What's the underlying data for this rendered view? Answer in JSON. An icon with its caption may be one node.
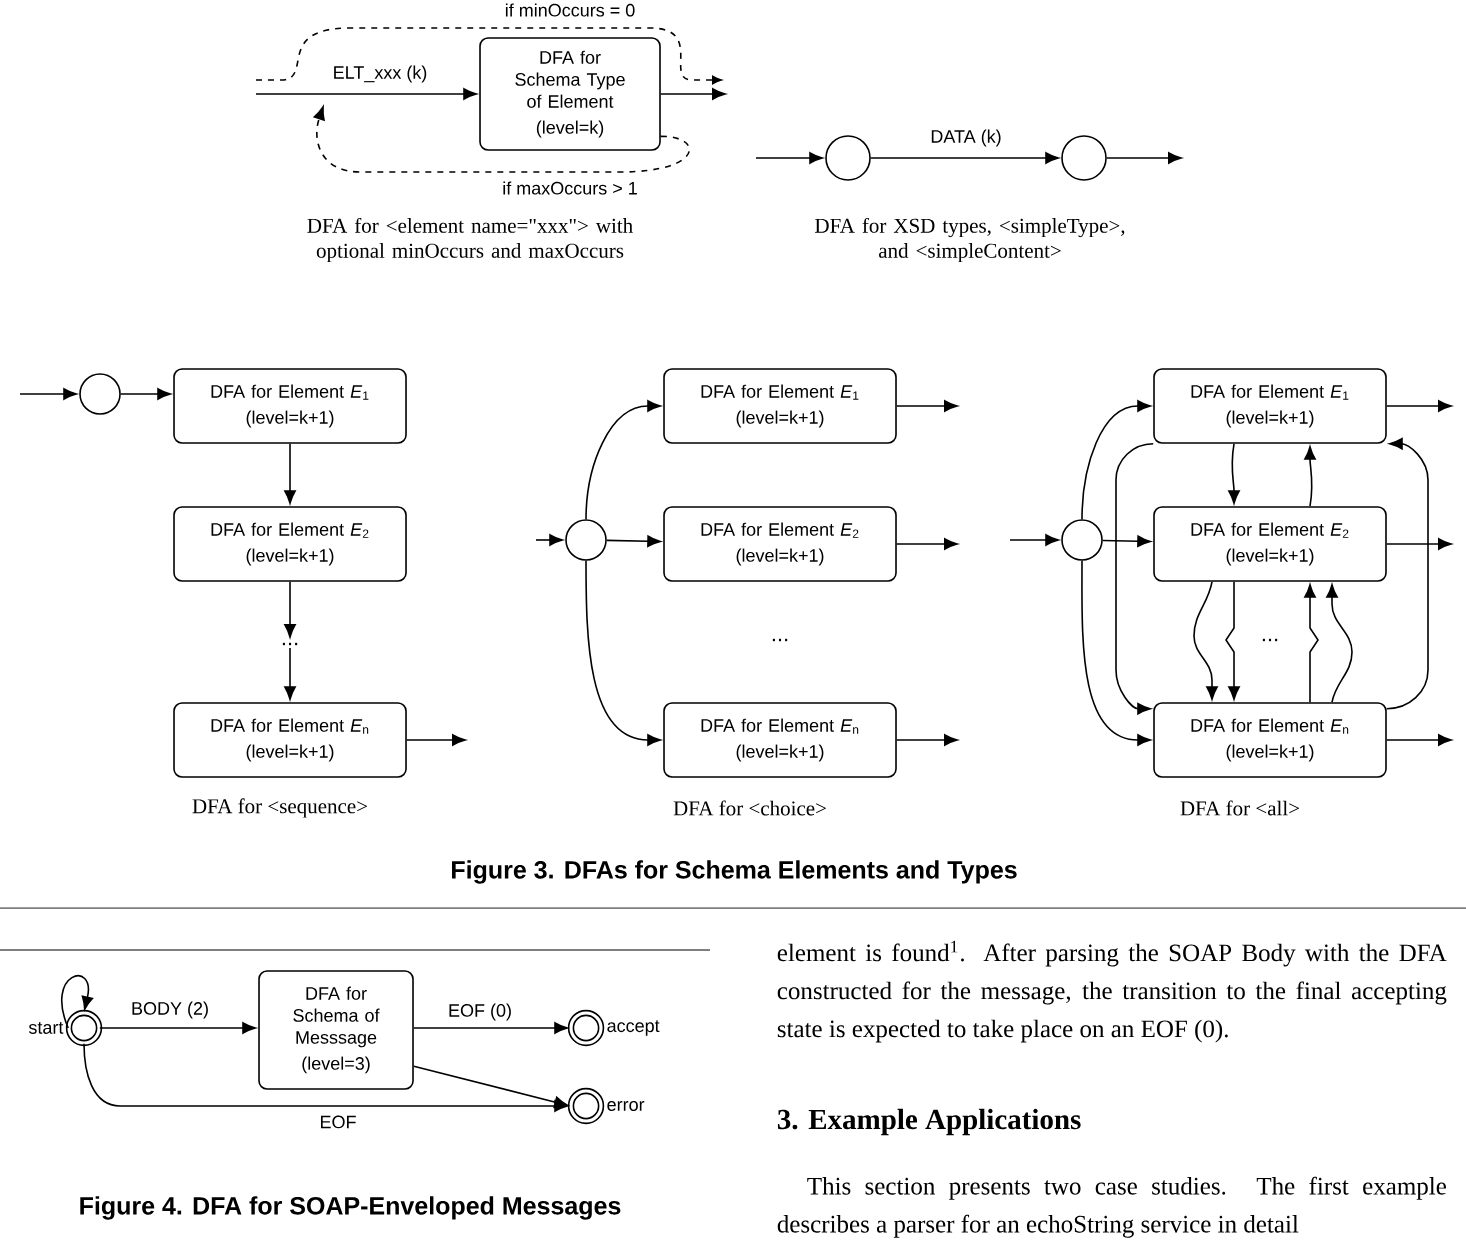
{
  "diagram": {
    "caption": "Figure 3. DFAs for Schema Elements and Types",
    "nodes": [
      {
        "text": [
          "DFA for Schema Type of Element",
          "(level=k)"
        ]
      },
      {
        "text": [],
        "shape": "circle"
      },
      {
        "text": [],
        "shape": "circle"
      },
      {
        "text": [],
        "shape": "circle"
      },
      {
        "text": [
          "DFA for Element *E*$_{1}$",
          "(level=k+1)"
        ]
      },
      {
        "text": [
          "DFA for Element *E*$_{2}$",
          "(level=k+1)"
        ]
      },
      {
        "text": [
          "..."
        ]
      },
      {
        "text": [
          "DFA for Element *E*$_{n}$",
          "(level=k+1)"
        ]
      },
      {
        "text": [],
        "shape": "circle"
      },
      {
        "text": [
          "DFA for Element *E*$_{1}$",
          "(level=k+1)"
        ]
      },
      {
        "text": [
          "DFA for Element *E*$_{2}$",
          "(level=k+1)"
        ]
      },
      {
        "text": [
          "DFA for Element *E*$_{n}$",
          "(level=k+1)"
        ]
      },
      {
        "text": [],
        "shape": "circle"
      },
      {
        "text": [
          "DFA for Element *E*$_{1}$",
          "(level=k+1)"
        ]
      },
      {
        "text": [
          "DFA for Element *E*$_{2}$",
          "(level=k+1)"
        ]
      },
      {
        "text": [
          "DFA for Element *E*$_{n}$",
          "(level=k+1)"
        ]
      },
      {
        "text": [],
        "shape": "circle",
        "beside": [
          "start"
        ]
      },
      {
        "text": [
          "DFA for Schema of Messsage",
          "(level=3)"
        ]
      },
      {
        "text": [],
        "shape": "circle",
        "beside": [
          "accept"
        ]
      },
      {
        "text": [],
        "shape": "circle",
        "beside": [
          "error"
        ]
      }
    ],
    "edges": [
      {
        "from": null,
        "to": 0,
        "arrow": "to",
        "label": "ELT_xxx (k)"
      },
      {
        "from": 0,
        "to": null,
        "arrow": "to"
      },
      {
        "from": 0,
        "to": null,
        "arrow": "to",
        "style": "dashed",
        "label": "if maxOccurs > 1"
      },
      {
        "from": null,
        "to": 1,
        "arrow": "to"
      },
      {
        "from": 1,
        "to": 2,
        "arrow": "to",
        "label": "DATA (k)"
      },
      {
        "from": 2,
        "to": null,
        "arrow": "to"
      },
      {
        "from": null,
        "to": 3,
        "arrow": "to"
      },
      {
        "from": 3,
        "to": 4,
        "arrow": "to"
      },
      {
        "from": 4,
        "to": 5,
        "arrow": "to"
      },
      {
        "from": 5,
        "to": 6,
        "arrow": "to"
      },
      {
        "from": 6,
        "to": 7,
        "arrow": "to"
      },
      {
        "from": 7,
        "to": null,
        "arrow": "to"
      },
      {
        "from": null,
        "to": 8,
        "arrow": "to"
      },
      {
        "from": 8,
        "to": 9,
        "arrow": "to"
      },
      {
        "from": 8,
        "to": 10,
        "arrow": "to"
      },
      {
        "from": 8,
        "to": 11,
        "arrow": "to"
      },
      {
        "from": 9,
        "to": null,
        "arrow": "to"
      },
      {
        "from": 10,
        "to": null,
        "arrow": "to"
      },
      {
        "from": 11,
        "to": null,
        "arrow": "to"
      },
      {
        "from": null,
        "to": 12,
        "arrow": "to"
      },
      {
        "from": 12,
        "to": 13,
        "arrow": "to"
      },
      {
        "from": 12,
        "to": 14,
        "arrow": "to"
      },
      {
        "from": 12,
        "to": 15,
        "arrow": "to"
      },
      {
        "from": 13,
        "to": null,
        "arrow": "to"
      },
      {
        "from": 14,
        "to": null,
        "arrow": "to"
      },
      {
        "from": 15,
        "to": null,
        "arrow": "to"
      },
      {
        "from": 13,
        "to": 15,
        "arrow": "to"
      },
      {
        "from": 15,
        "to": 13,
        "arrow": "to"
      },
      {
        "from": 13,
        "to": 14,
        "arrow": "to"
      },
      {
        "from": 14,
        "to": 13,
        "arrow": "to"
      },
      {
        "from": 14,
        "to": 15,
        "arrow": "to"
      },
      {
        "from": 14,
        "to": 15,
        "arrow": "to"
      },
      {
        "from": 15,
        "to": 14,
        "arrow": "to"
      },
      {
        "from": 15,
        "to": 14,
        "arrow": "to"
      },
      {
        "from": 16,
        "to": 16,
        "arrow": "to"
      },
      {
        "from": 16,
        "to": 17,
        "arrow": "to",
        "label": "BODY (2)"
      },
      {
        "from": 17,
        "to": 18,
        "arrow": "to",
        "label": "EOF (0)"
      },
      {
        "from": 17,
        "to": 19,
        "arrow": "to"
      },
      {
        "from": 16,
        "to": 19,
        "arrow": "to",
        "label": "EOF"
      }
    ],
    "labels": [
      "if minOccurs = 0",
      "DFA for <element name=\"xxx\"> with optional minOccurs and maxOccurs",
      "DFA for XSD types, <simpleType>, and <simpleContent>",
      "DFA for <sequence>",
      "...",
      "DFA for <choice>",
      "...",
      "DFA for <all>",
      "Figure 4. DFA for SOAP-Enveloped Messages",
      "element is found$^{1}$. After parsing the SOAP Body with the DFA constructed for the message, the transition to the final accepting state is expected to take place on an EOF (0).",
      "3. Example Applications",
      "This section presents two case studies. The first example describes a parser for an echoString service in detail"
    ]
  }
}
